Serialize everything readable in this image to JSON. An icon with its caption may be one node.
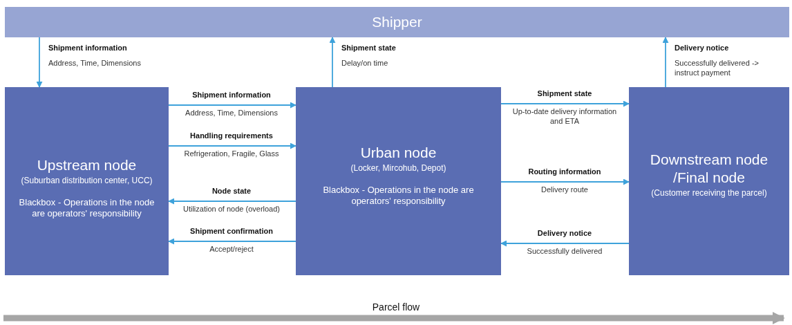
{
  "diagram": {
    "nodes": [
      {
        "text": [
          "Shipper"
        ]
      },
      {
        "text": [
          "Upstream node",
          "(Suburban distribution center, UCC)",
          "Blackbox - Operations in the node are operators' responsibility"
        ]
      },
      {
        "text": [
          "Urban node",
          "(Locker, Mircohub, Depot)",
          "Blackbox - Operations in the node are operators' responsibility"
        ]
      },
      {
        "text": [
          "Downstream node /Final node",
          "(Customer receiving the parcel)"
        ]
      }
    ],
    "edges": [
      {
        "from": 0,
        "to": 1,
        "arrow": "to",
        "label": "**Shipment information** Address, Time, Dimensions"
      },
      {
        "from": 2,
        "to": 0,
        "arrow": "to",
        "label": "**Shipment state** Delay/on time"
      },
      {
        "from": 3,
        "to": 0,
        "arrow": "to",
        "label": "**Delivery notice** Successfully delivered -> instruct payment"
      },
      {
        "from": 1,
        "to": 2,
        "arrow": "to",
        "label": "**Shipment information** Address, Time, Dimensions"
      },
      {
        "from": 1,
        "to": 2,
        "arrow": "to",
        "label": "**Handling requirements** Refrigeration, Fragile, Glass"
      },
      {
        "from": 2,
        "to": 1,
        "arrow": "to",
        "label": "**Node state** Utilization of node (overload)"
      },
      {
        "from": 2,
        "to": 1,
        "arrow": "to",
        "label": "**Shipment confirmation** Accept/reject"
      },
      {
        "from": 2,
        "to": 3,
        "arrow": "to",
        "label": "**Shipment state** Up-to-date delivery information and ETA"
      },
      {
        "from": 2,
        "to": 3,
        "arrow": "to",
        "label": "**Routing information** Delivery route"
      },
      {
        "from": 3,
        "to": 2,
        "arrow": "to",
        "label": "**Delivery notice** Successfully delivered"
      }
    ],
    "labels": [
      "Parcel flow"
    ]
  }
}
